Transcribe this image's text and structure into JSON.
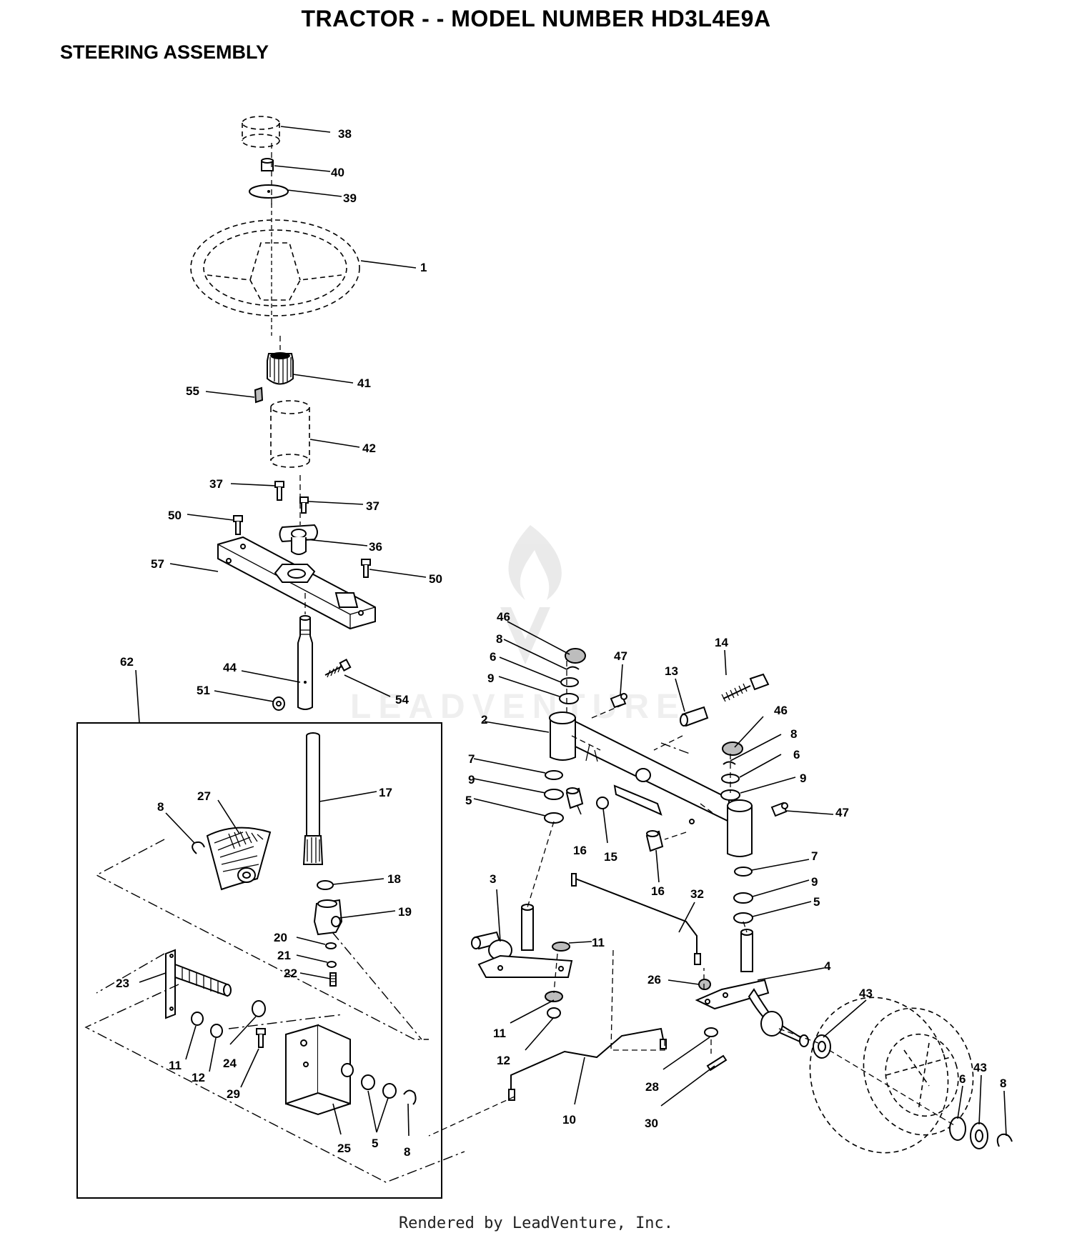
{
  "header": {
    "title": "TRACTOR - - MODEL NUMBER HD3L4E9A",
    "subtitle": "STEERING ASSEMBLY"
  },
  "watermark": {
    "text": "LEADVENTURE"
  },
  "footer": {
    "text": "Rendered by LeadVenture, Inc."
  },
  "callouts": [
    "38",
    "40",
    "39",
    "1",
    "41",
    "55",
    "42",
    "37",
    "37",
    "50",
    "36",
    "57",
    "50",
    "62",
    "44",
    "51",
    "54",
    "17",
    "27",
    "8",
    "18",
    "19",
    "20",
    "21",
    "22",
    "23",
    "11",
    "12",
    "24",
    "29",
    "25",
    "5",
    "8",
    "46",
    "8",
    "6",
    "9",
    "2",
    "7",
    "9",
    "5",
    "47",
    "14",
    "13",
    "16",
    "15",
    "16",
    "46",
    "8",
    "6",
    "9",
    "47",
    "7",
    "9",
    "5",
    "3",
    "32",
    "11",
    "11",
    "12",
    "26",
    "4",
    "10",
    "28",
    "30",
    "43",
    "6",
    "43",
    "8"
  ]
}
